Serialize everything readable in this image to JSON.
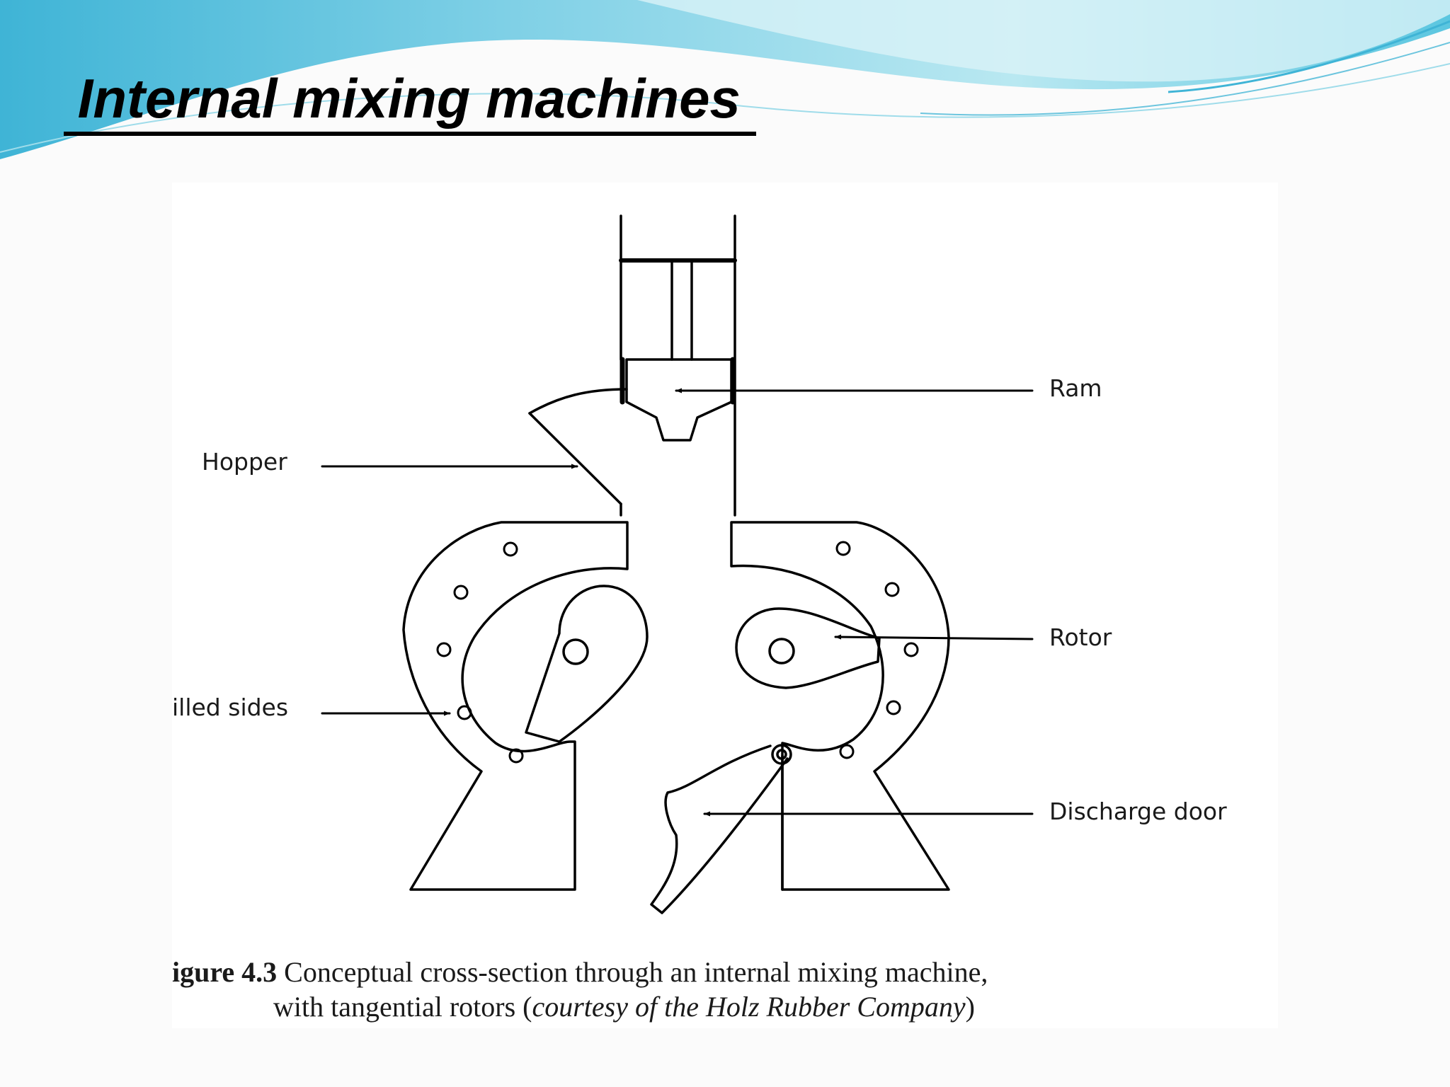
{
  "slide": {
    "title": " Internal mixing machines",
    "accent_colors": [
      "#5bc6e0",
      "#7fd0e6",
      "#a9e2ee",
      "#3fb4d6"
    ]
  },
  "figure": {
    "labels": {
      "ram": "Ram",
      "hopper": "Hopper",
      "rotor": "Rotor",
      "drilled_sides": "illed sides",
      "discharge_door": "Discharge door"
    },
    "caption": {
      "number": "igure 4.3",
      "text_line1": " Conceptual cross-section through an internal mixing machine,",
      "text_line2": "with tangential rotors (",
      "credit": "courtesy of the Holz Rubber Company",
      "close": ")"
    }
  }
}
